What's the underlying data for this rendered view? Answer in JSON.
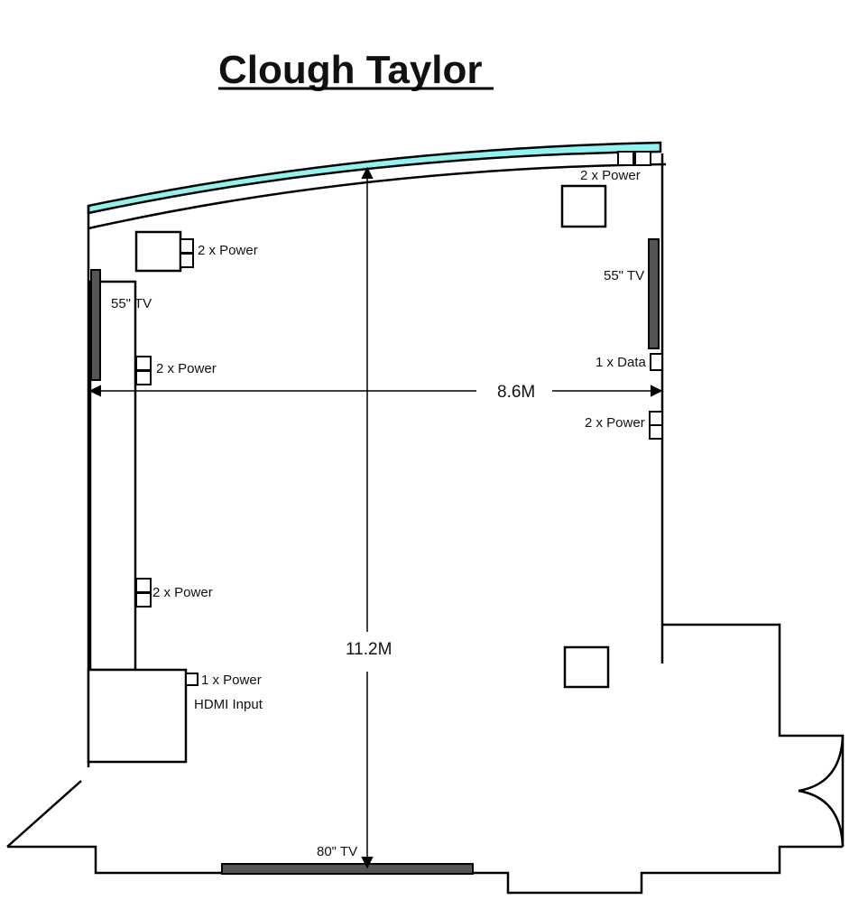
{
  "title": "Clough Taylor",
  "colors": {
    "window": "#8ff3f0",
    "tv": "#555555",
    "line": "#000000"
  },
  "labels": {
    "power_top_right": "2 x Power",
    "power_top_left": "2 x Power",
    "tv_left": "55\" TV",
    "power_left_upper": "2 x Power",
    "tv_right": "55\" TV",
    "data_right": "1 x Data",
    "power_right": "2 x Power",
    "power_left_lower": "2 x Power",
    "power_cabinet": "1 x Power",
    "hdmi_input": "HDMI Input",
    "tv_bottom": "80\" TV"
  },
  "dimensions": {
    "width": "8.6M",
    "length": "11.2M"
  }
}
